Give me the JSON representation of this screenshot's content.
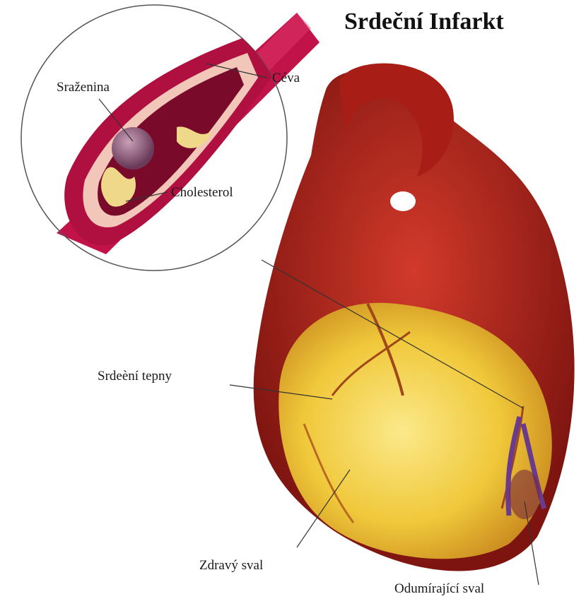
{
  "title": "Srdeční Infarkt",
  "labels": {
    "clot": "Sraženina",
    "vessel": "Céva",
    "cholesterol": "Cholesterol",
    "coronary_arteries": "Srdeèní tepny",
    "healthy_muscle": "Zdravý sval",
    "dying_muscle": "Odumírající sval"
  },
  "colors": {
    "vessel_outer": "#c2124a",
    "vessel_inner": "#7a0a2a",
    "plaque": "#f0d88a",
    "heart_red": "#b3231c",
    "heart_dark": "#7d1410",
    "muscle_yellow": "#f2d44a",
    "dying_purple": "#6a3a8c",
    "clot_purple": "#8a5a7a"
  }
}
